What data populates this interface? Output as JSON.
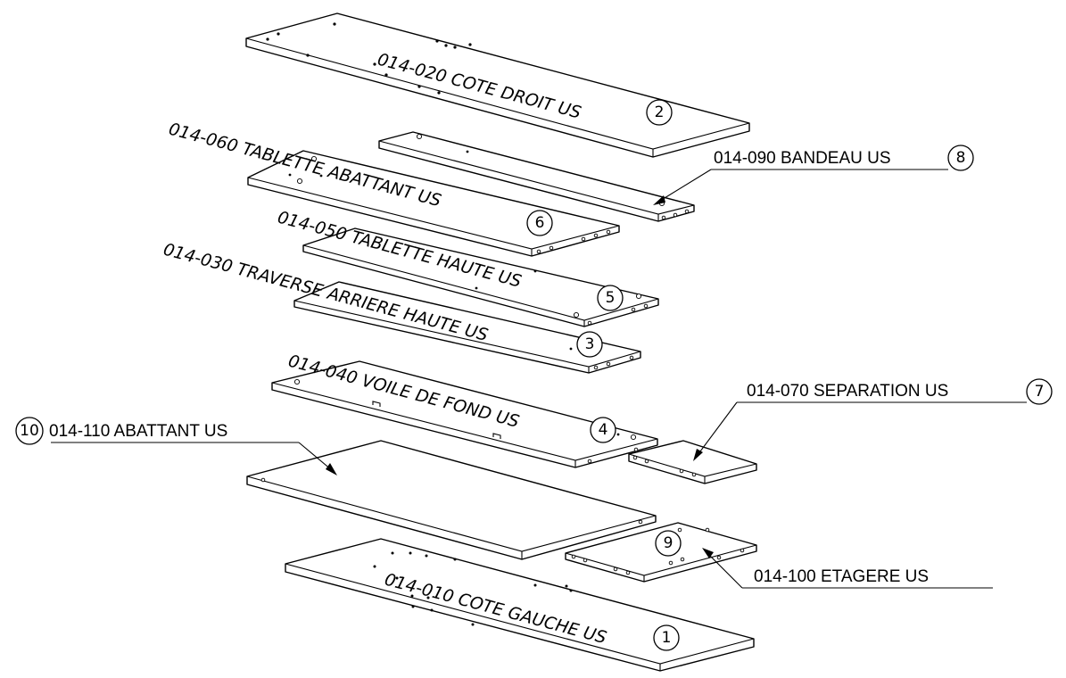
{
  "parts": [
    {
      "item": "1",
      "code": "014-010",
      "name": "COTE GAUCHE US",
      "label": "014-010 COTE GAUCHE US"
    },
    {
      "item": "2",
      "code": "014-020",
      "name": "COTE DROIT US",
      "label": "014-020 COTE DROIT US"
    },
    {
      "item": "3",
      "code": "014-030",
      "name": "TRAVERSE ARRIERE HAUTE US",
      "label": "014-030 TRAVERSE ARRIERE HAUTE US"
    },
    {
      "item": "4",
      "code": "014-040",
      "name": "VOILE DE FOND US",
      "label": "014-040 VOILE DE FOND US"
    },
    {
      "item": "5",
      "code": "014-050",
      "name": "TABLETTE HAUTE US",
      "label": "014-050 TABLETTE HAUTE US"
    },
    {
      "item": "6",
      "code": "014-060",
      "name": "TABLETTE ABATTANT US",
      "label": "014-060 TABLETTE ABATTANT US"
    },
    {
      "item": "7",
      "code": "014-070",
      "name": "SEPARATION US",
      "label": "014-070 SEPARATION US"
    },
    {
      "item": "8",
      "code": "014-090",
      "name": "BANDEAU US",
      "label": "014-090 BANDEAU US"
    },
    {
      "item": "9",
      "code": "014-100",
      "name": "ETAGERE US",
      "label": "014-100 ETAGERE US"
    },
    {
      "item": "10",
      "code": "014-110",
      "name": "ABATTANT US",
      "label": "014-110 ABATTANT US"
    }
  ]
}
